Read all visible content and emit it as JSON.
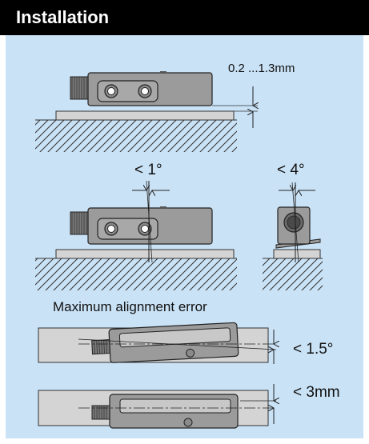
{
  "header": {
    "title": "Installation"
  },
  "labels": {
    "gap": "0.2 ...1.3mm",
    "angle_front": "< 1°",
    "angle_side": "< 4°",
    "alignment_heading": "Maximum alignment error",
    "angle_top": "< 1.5°",
    "offset_top": "< 3mm"
  },
  "colors": {
    "header_bg": "#000000",
    "header_text": "#ffffff",
    "panel_bg": "#c9e2f6",
    "sensor_body": "#9b9b9b",
    "plate": "#d4d4d4"
  }
}
